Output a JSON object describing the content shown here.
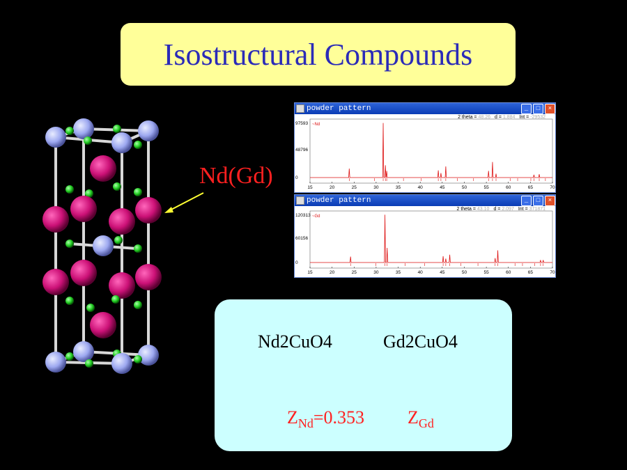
{
  "slide": {
    "title": "Isostructural Compounds",
    "callout": "Nd(Gd)"
  },
  "windows": [
    {
      "title": "powder pattern",
      "info_2theta_label": "2 theta =",
      "info_2theta": "48.26",
      "info_d_label": "d =",
      "info_d": "1.884",
      "info_int_label": "Int =",
      "info_int": "-29532",
      "series_label": "~Nd",
      "y_ticks": [
        "97593",
        "48796",
        "0"
      ],
      "x_ticks": [
        "15",
        "20",
        "25",
        "30",
        "35",
        "40",
        "45",
        "50",
        "55",
        "60",
        "65",
        "70"
      ],
      "peaks": [
        [
          23.9,
          0.16
        ],
        [
          31.6,
          0.98
        ],
        [
          32.1,
          0.22
        ],
        [
          32.4,
          0.12
        ],
        [
          44.1,
          0.13
        ],
        [
          44.7,
          0.08
        ],
        [
          45.8,
          0.2
        ],
        [
          55.5,
          0.12
        ],
        [
          56.4,
          0.28
        ],
        [
          57.2,
          0.07
        ],
        [
          65.8,
          0.05
        ],
        [
          67.0,
          0.06
        ]
      ],
      "ticks_at": [
        23.9,
        29.6,
        31.6,
        32.1,
        32.4,
        36.2,
        40.2,
        44.1,
        44.7,
        45.8,
        48.4,
        52.1,
        55.5,
        56.4,
        57.2,
        60.4,
        62.1,
        65.1,
        65.8,
        67.0,
        68.4
      ]
    },
    {
      "title": "powder pattern",
      "info_2theta_label": "2 theta =",
      "info_2theta": "43.10",
      "info_d_label": "d =",
      "info_d": "2.097",
      "info_int_label": "Int =",
      "info_int": "371871",
      "series_label": "~Gd",
      "y_ticks": [
        "120313",
        "60156",
        "0"
      ],
      "x_ticks": [
        "15",
        "20",
        "25",
        "30",
        "35",
        "40",
        "45",
        "50",
        "55",
        "60",
        "65",
        "70"
      ],
      "peaks": [
        [
          24.2,
          0.12
        ],
        [
          32.0,
          0.98
        ],
        [
          32.5,
          0.3
        ],
        [
          45.2,
          0.13
        ],
        [
          45.8,
          0.08
        ],
        [
          46.7,
          0.16
        ],
        [
          57.0,
          0.09
        ],
        [
          57.6,
          0.25
        ],
        [
          67.3,
          0.05
        ],
        [
          67.9,
          0.05
        ]
      ],
      "ticks_at": [
        24.2,
        29.9,
        32.0,
        32.5,
        36.6,
        41.0,
        45.2,
        45.8,
        46.7,
        49.2,
        53.1,
        57.0,
        57.6,
        61.5,
        63.2,
        66.0,
        67.3,
        67.9
      ]
    }
  ],
  "formulas": {
    "compound_1": "Nd2CuO4",
    "compound_2": "Gd2CuO4",
    "z1_main": "Z",
    "z1_sub": "Nd",
    "z1_value": "=0.353",
    "z2_main": "Z",
    "z2_sub": "Gd"
  },
  "colors": {
    "background": "#000000",
    "title_box": "#ffff99",
    "title_text": "#2b2bb8",
    "accent_red": "#ff2020",
    "formula_box": "#ccffff",
    "atom_large": "#cc1177",
    "atom_corner": "#9da8f0",
    "atom_small": "#22cc22",
    "pattern_line": "#dd1111"
  }
}
